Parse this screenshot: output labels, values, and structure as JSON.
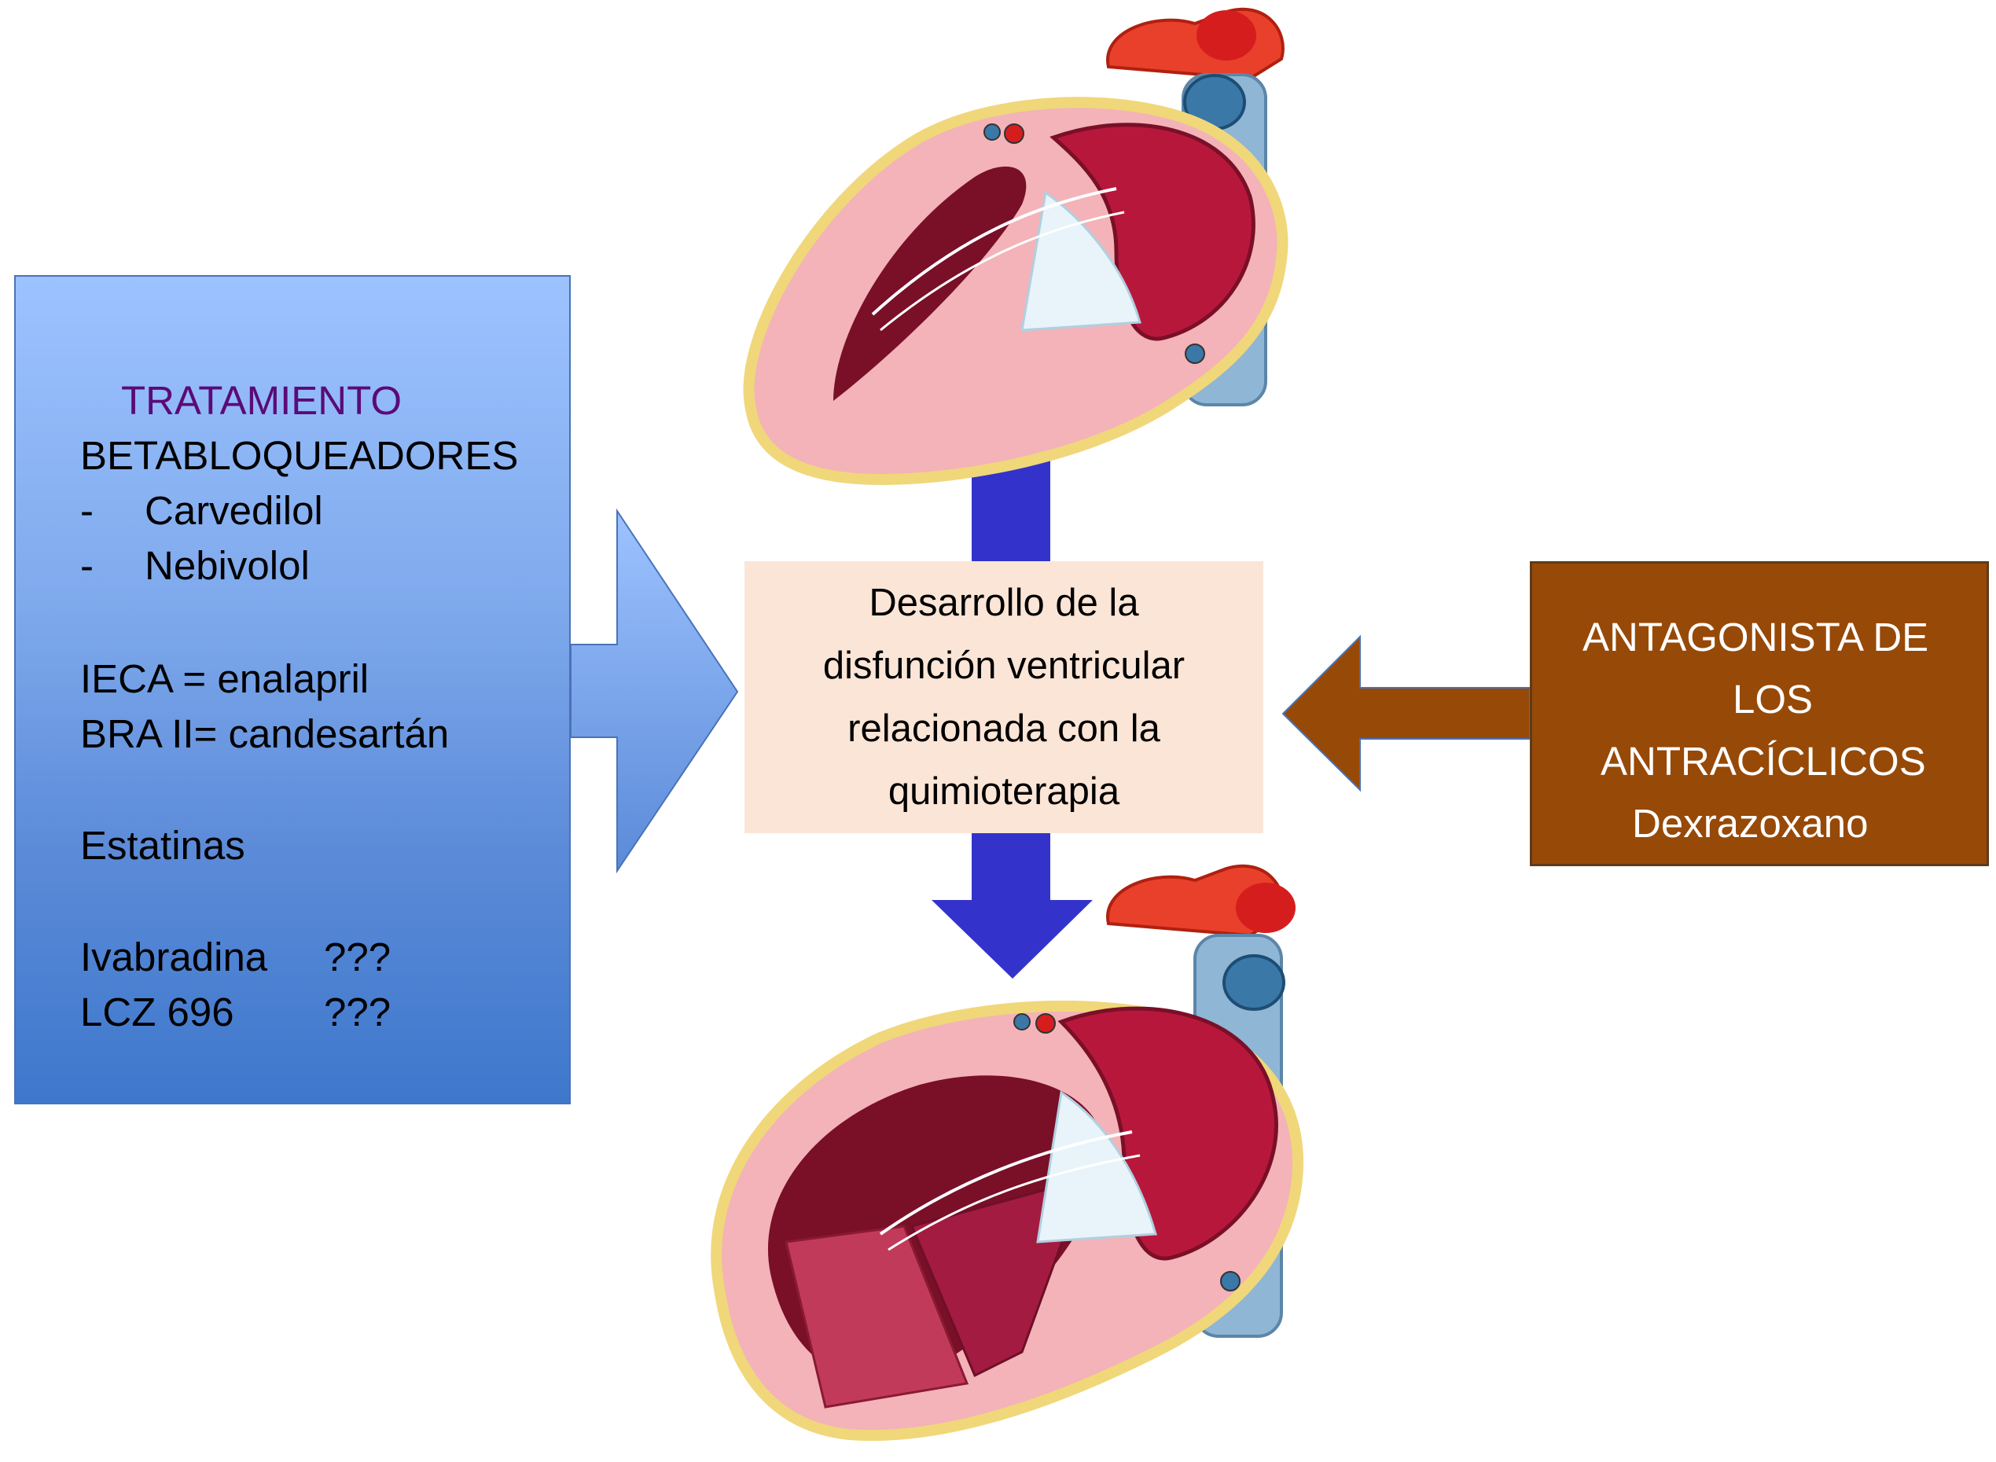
{
  "treatment": {
    "title": "TRATAMIENTO",
    "group1": "BETABLOQUEADORES",
    "drug_bullet": "-",
    "drug1": "Carvedilol",
    "drug2": "Nebivolol",
    "ieca": "IECA = enalapril",
    "bra": "BRA II= candesartán",
    "estatinas": "Estatinas",
    "ivabradina": "Ivabradina",
    "ivabradina_mark": "???",
    "lcz": "LCZ 696",
    "lcz_mark": "???"
  },
  "center": {
    "lines": [
      "Desarrollo de la",
      "disfunción ventricular",
      "relacionada con la",
      "quimioterapia"
    ]
  },
  "antagonist": {
    "lines": [
      "ANTAGONISTA DE",
      "LOS",
      "ANTRACÍCLICOS",
      "Dexrazoxano"
    ]
  },
  "colors": {
    "treatment_gradient_top": "#9dc3ff",
    "treatment_gradient_bottom": "#3e78cc",
    "center_fill": "#fbe5d6",
    "antagonist_fill": "#974907",
    "down_arrow": "#3333cc",
    "title_purple": "#5b0a78"
  },
  "icons": {
    "heart_top": "normal-heart-cross-section",
    "heart_bottom": "dilated-heart-cross-section"
  }
}
